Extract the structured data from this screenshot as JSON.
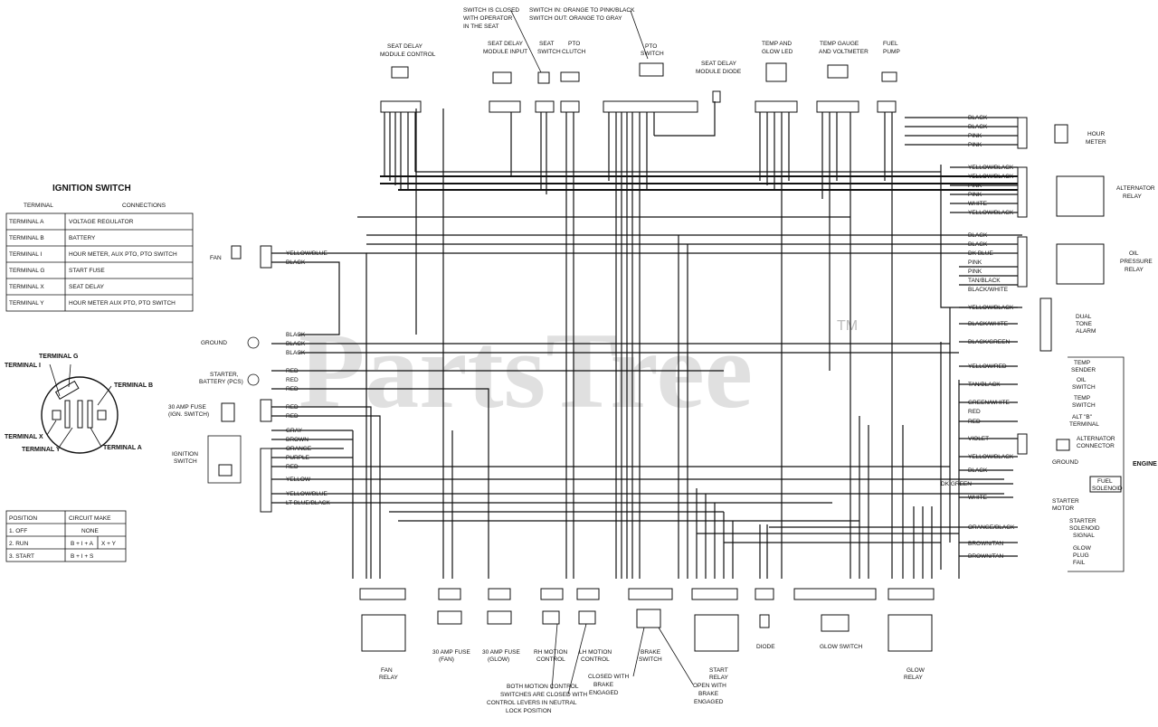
{
  "watermark": {
    "text": "PartsTree",
    "mark": "TM"
  },
  "ignition_table": {
    "title": "IGNITION SWITCH",
    "headers": [
      "TERMINAL",
      "CONNECTIONS"
    ],
    "rows": [
      [
        "TERMINAL A",
        "VOLTAGE REGULATOR"
      ],
      [
        "TERMINAL B",
        "BATTERY"
      ],
      [
        "TERMINAL I",
        "HOUR METER, AUX PTO, PTO SWITCH"
      ],
      [
        "TERMINAL G",
        "START FUSE"
      ],
      [
        "TERMINAL X",
        "SEAT DELAY"
      ],
      [
        "TERMINAL Y",
        "HOUR METER AUX PTO, PTO SWITCH"
      ]
    ]
  },
  "positions_table": {
    "headers": [
      "POSITION",
      "CIRCUIT MAKE"
    ],
    "rows": [
      [
        "1. OFF",
        "NONE",
        ""
      ],
      [
        "2. RUN",
        "B + I + A",
        "X + Y"
      ],
      [
        "3. START",
        "B + I + S",
        ""
      ]
    ]
  },
  "switch_terminals": [
    "TERMINAL G",
    "TERMINAL B",
    "TERMINAL I",
    "TERMINAL X",
    "TERMINAL Y",
    "TERMINAL A"
  ],
  "top_labels": {
    "switch_note": [
      "SWITCH IS CLOSED",
      "WITH OPERATOR",
      "IN THE SEAT"
    ],
    "pto_note": [
      "SWITCH IN: ORANGE TO PINK/BLACK",
      "SWITCH OUT: ORANGE TO GRAY"
    ],
    "seat_delay_control": [
      "SEAT DELAY",
      "MODULE CONTROL"
    ],
    "seat_delay_input": [
      "SEAT DELAY",
      "MODULE INPUT"
    ],
    "seat_switch": [
      "SEAT",
      "SWITCH"
    ],
    "pto_clutch": [
      "PTO",
      "CLUTCH"
    ],
    "pto_switch": [
      "PTO",
      "SWITCH"
    ],
    "seat_delay_diode": [
      "SEAT DELAY",
      "MODULE DIODE"
    ],
    "temp_glow": [
      "TEMP AND",
      "GLOW LED"
    ],
    "temp_gauge": [
      "TEMP GAUGE",
      "AND VOLTMETER"
    ],
    "fuel_pump": [
      "FUEL",
      "PUMP"
    ]
  },
  "right_labels": {
    "hour_meter": [
      "HOUR",
      "METER"
    ],
    "alternator_relay": [
      "ALTERNATOR",
      "RELAY"
    ],
    "oil_pressure_relay": [
      "OIL",
      "PRESSURE",
      "RELAY"
    ],
    "dual_tone_alarm": [
      "DUAL",
      "TONE",
      "ALARM"
    ],
    "temp_sender": [
      "TEMP",
      "SENDER"
    ],
    "oil_switch": [
      "OIL",
      "SWITCH"
    ],
    "temp_switch": [
      "TEMP",
      "SWITCH"
    ],
    "alt_b_terminal": [
      "ALT \"B\"",
      "TERMINAL"
    ],
    "alternator_connector": [
      "ALTERNATOR",
      "CONNECTOR"
    ],
    "ground": "GROUND",
    "fuel_solenoid": [
      "FUEL",
      "SOLENOID"
    ],
    "starter_motor": [
      "STARTER",
      "MOTOR"
    ],
    "starter_solenoid": [
      "STARTER",
      "SOLENOID",
      "SIGNAL"
    ],
    "glow_plug": [
      "GLOW",
      "PLUG",
      "FAIL"
    ],
    "engine": "ENGINE"
  },
  "left_labels": {
    "fan": "FAN",
    "ground": "GROUND",
    "starter_battery": [
      "STARTER,",
      "BATTERY (PCS)"
    ],
    "fuse_30amp": [
      "30 AMP FUSE",
      "(IGN. SWITCH)"
    ],
    "ignition_switch": [
      "IGNITION",
      "SWITCH"
    ]
  },
  "bottom_labels": {
    "fan_relay": [
      "FAN",
      "RELAY"
    ],
    "fuse_fan": [
      "30 AMP FUSE",
      "(FAN)"
    ],
    "fuse_glow": [
      "30 AMP FUSE",
      "(GLOW)"
    ],
    "rh_motion": [
      "RH MOTION",
      "CONTROL"
    ],
    "lh_motion": [
      "LH MOTION",
      "CONTROL"
    ],
    "brake_switch": [
      "BRAKE",
      "SWITCH"
    ],
    "start_relay": [
      "START",
      "RELAY"
    ],
    "diode": "DIODE",
    "glow_switch": "GLOW SWITCH",
    "glow_relay": [
      "GLOW",
      "RELAY"
    ],
    "motion_note": [
      "BOTH MOTION CONTROL",
      "SWITCHES ARE CLOSED WITH",
      "CONTROL LEVERS IN NEUTRAL",
      "LOCK POSITION"
    ],
    "closed_brake": [
      "CLOSED WITH",
      "BRAKE",
      "ENGAGED"
    ],
    "open_brake": [
      "OPEN WITH",
      "BRAKE",
      "ENGAGED"
    ]
  },
  "wire_colors": {
    "left": [
      "YELLOW/BLUE",
      "BLACK",
      "BLACK",
      "BLACK",
      "BLACK",
      "RED",
      "RED",
      "RED",
      "RED",
      "RED",
      "GRAY",
      "BROWN",
      "ORANGE",
      "PURPLE",
      "RED",
      "YELLOW",
      "YELLOW/BLUE",
      "LT BLUE/BLACK"
    ],
    "right": [
      "BLACK",
      "BLACK",
      "PINK",
      "PINK",
      "YELLOW/BLACK",
      "YELLOW/BLACK",
      "PINK",
      "PINK",
      "WHITE",
      "YELLOW/BLACK",
      "BLACK",
      "BLACK",
      "DK BLUE",
      "PINK",
      "PINK",
      "TAN/BLACK",
      "BLACK/WHITE",
      "YELLOW/BLACK",
      "BLACK/WHITE",
      "BLACK/GREEN",
      "YELLOW/RED",
      "TAN/BLACK",
      "GREEN/WHITE",
      "RED",
      "RED",
      "VIOLET",
      "YELLOW/BLACK",
      "BLACK",
      "DK GREEN",
      "WHITE",
      "ORANGE/BLACK",
      "BROWN/TAN",
      "BROWN/TAN"
    ]
  }
}
